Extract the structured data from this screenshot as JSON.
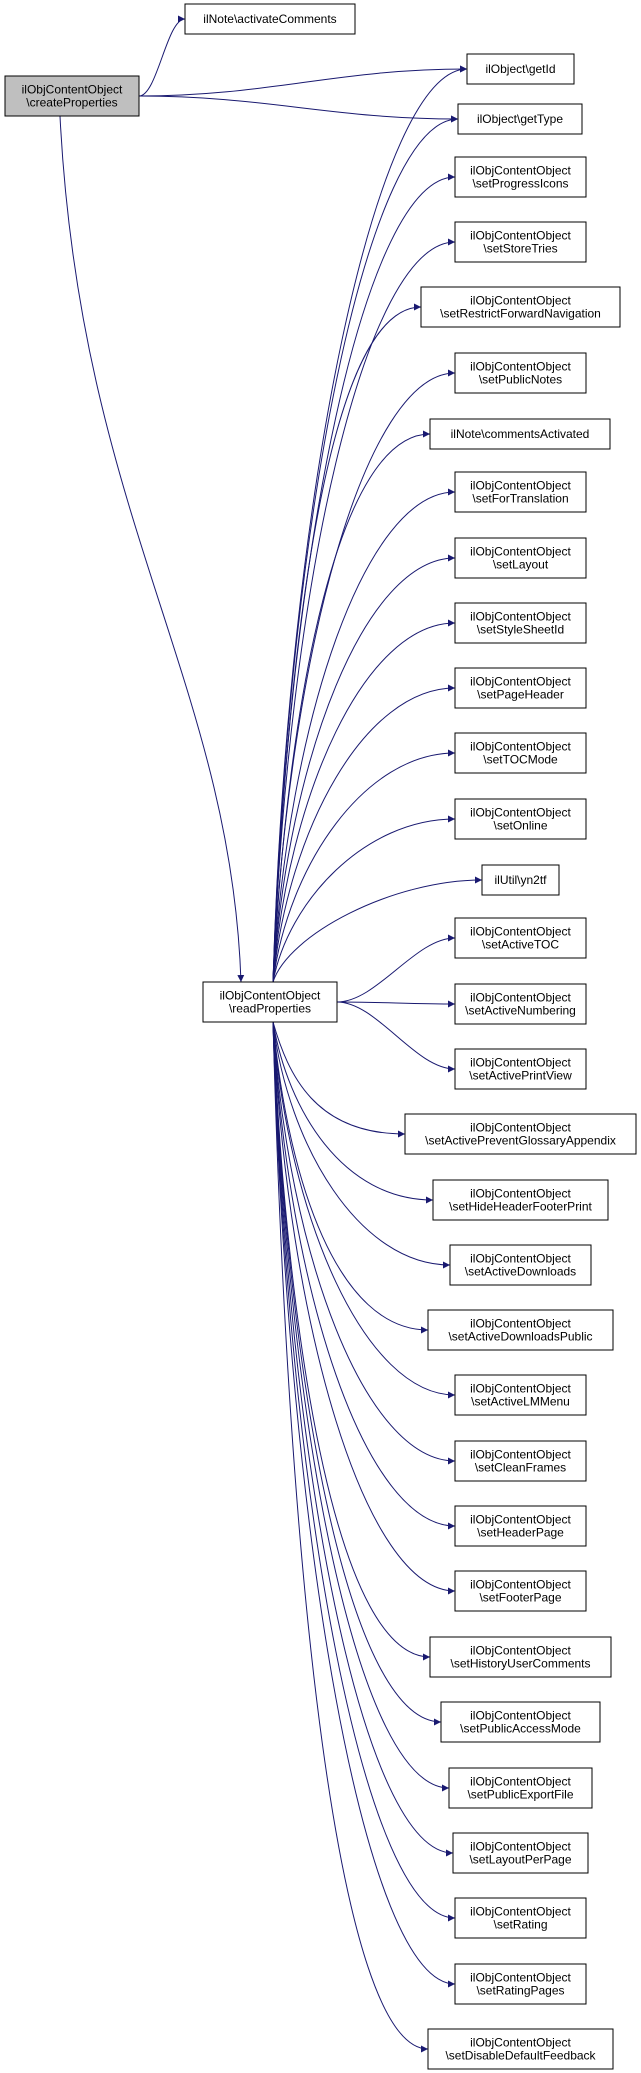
{
  "graph": {
    "edge_color": "#191970",
    "root_fill": "#bfbfbf",
    "nodes": [
      {
        "id": "createProperties",
        "lines": [
          "ilObjContentObject",
          "\\createProperties"
        ]
      },
      {
        "id": "activateComments",
        "lines": [
          "ilNote\\activateComments"
        ]
      },
      {
        "id": "getId",
        "lines": [
          "ilObject\\getId"
        ]
      },
      {
        "id": "getType",
        "lines": [
          "ilObject\\getType"
        ]
      },
      {
        "id": "readProperties",
        "lines": [
          "ilObjContentObject",
          "\\readProperties"
        ]
      },
      {
        "id": "setProgressIcons",
        "lines": [
          "ilObjContentObject",
          "\\setProgressIcons"
        ]
      },
      {
        "id": "setStoreTries",
        "lines": [
          "ilObjContentObject",
          "\\setStoreTries"
        ]
      },
      {
        "id": "setRestrictForwardNavigation",
        "lines": [
          "ilObjContentObject",
          "\\setRestrictForwardNavigation"
        ]
      },
      {
        "id": "setPublicNotes",
        "lines": [
          "ilObjContentObject",
          "\\setPublicNotes"
        ]
      },
      {
        "id": "commentsActivated",
        "lines": [
          "ilNote\\commentsActivated"
        ]
      },
      {
        "id": "setForTranslation",
        "lines": [
          "ilObjContentObject",
          "\\setForTranslation"
        ]
      },
      {
        "id": "setLayout",
        "lines": [
          "ilObjContentObject",
          "\\setLayout"
        ]
      },
      {
        "id": "setStyleSheetId",
        "lines": [
          "ilObjContentObject",
          "\\setStyleSheetId"
        ]
      },
      {
        "id": "setPageHeader",
        "lines": [
          "ilObjContentObject",
          "\\setPageHeader"
        ]
      },
      {
        "id": "setTOCMode",
        "lines": [
          "ilObjContentObject",
          "\\setTOCMode"
        ]
      },
      {
        "id": "setOnline",
        "lines": [
          "ilObjContentObject",
          "\\setOnline"
        ]
      },
      {
        "id": "yn2tf",
        "lines": [
          "ilUtil\\yn2tf"
        ]
      },
      {
        "id": "setActiveTOC",
        "lines": [
          "ilObjContentObject",
          "\\setActiveTOC"
        ]
      },
      {
        "id": "setActiveNumbering",
        "lines": [
          "ilObjContentObject",
          "\\setActiveNumbering"
        ]
      },
      {
        "id": "setActivePrintView",
        "lines": [
          "ilObjContentObject",
          "\\setActivePrintView"
        ]
      },
      {
        "id": "setActivePreventGlossaryAppendix",
        "lines": [
          "ilObjContentObject",
          "\\setActivePreventGlossaryAppendix"
        ]
      },
      {
        "id": "setHideHeaderFooterPrint",
        "lines": [
          "ilObjContentObject",
          "\\setHideHeaderFooterPrint"
        ]
      },
      {
        "id": "setActiveDownloads",
        "lines": [
          "ilObjContentObject",
          "\\setActiveDownloads"
        ]
      },
      {
        "id": "setActiveDownloadsPublic",
        "lines": [
          "ilObjContentObject",
          "\\setActiveDownloadsPublic"
        ]
      },
      {
        "id": "setActiveLMMenu",
        "lines": [
          "ilObjContentObject",
          "\\setActiveLMMenu"
        ]
      },
      {
        "id": "setCleanFrames",
        "lines": [
          "ilObjContentObject",
          "\\setCleanFrames"
        ]
      },
      {
        "id": "setHeaderPage",
        "lines": [
          "ilObjContentObject",
          "\\setHeaderPage"
        ]
      },
      {
        "id": "setFooterPage",
        "lines": [
          "ilObjContentObject",
          "\\setFooterPage"
        ]
      },
      {
        "id": "setHistoryUserComments",
        "lines": [
          "ilObjContentObject",
          "\\setHistoryUserComments"
        ]
      },
      {
        "id": "setPublicAccessMode",
        "lines": [
          "ilObjContentObject",
          "\\setPublicAccessMode"
        ]
      },
      {
        "id": "setPublicExportFile",
        "lines": [
          "ilObjContentObject",
          "\\setPublicExportFile"
        ]
      },
      {
        "id": "setLayoutPerPage",
        "lines": [
          "ilObjContentObject",
          "\\setLayoutPerPage"
        ]
      },
      {
        "id": "setRating",
        "lines": [
          "ilObjContentObject",
          "\\setRating"
        ]
      },
      {
        "id": "setRatingPages",
        "lines": [
          "ilObjContentObject",
          "\\setRatingPages"
        ]
      },
      {
        "id": "setDisableDefaultFeedback",
        "lines": [
          "ilObjContentObject",
          "\\setDisableDefaultFeedback"
        ]
      }
    ],
    "edges": [
      [
        "createProperties",
        "activateComments"
      ],
      [
        "createProperties",
        "getId"
      ],
      [
        "createProperties",
        "getType"
      ],
      [
        "createProperties",
        "readProperties"
      ],
      [
        "readProperties",
        "getId"
      ],
      [
        "readProperties",
        "getType"
      ],
      [
        "readProperties",
        "setProgressIcons"
      ],
      [
        "readProperties",
        "setStoreTries"
      ],
      [
        "readProperties",
        "setRestrictForwardNavigation"
      ],
      [
        "readProperties",
        "setPublicNotes"
      ],
      [
        "readProperties",
        "commentsActivated"
      ],
      [
        "readProperties",
        "setForTranslation"
      ],
      [
        "readProperties",
        "setLayout"
      ],
      [
        "readProperties",
        "setStyleSheetId"
      ],
      [
        "readProperties",
        "setPageHeader"
      ],
      [
        "readProperties",
        "setTOCMode"
      ],
      [
        "readProperties",
        "setOnline"
      ],
      [
        "readProperties",
        "yn2tf"
      ],
      [
        "readProperties",
        "setActiveTOC"
      ],
      [
        "readProperties",
        "setActiveNumbering"
      ],
      [
        "readProperties",
        "setActivePrintView"
      ],
      [
        "readProperties",
        "setActivePreventGlossaryAppendix"
      ],
      [
        "readProperties",
        "setHideHeaderFooterPrint"
      ],
      [
        "readProperties",
        "setActiveDownloads"
      ],
      [
        "readProperties",
        "setActiveDownloadsPublic"
      ],
      [
        "readProperties",
        "setActiveLMMenu"
      ],
      [
        "readProperties",
        "setCleanFrames"
      ],
      [
        "readProperties",
        "setHeaderPage"
      ],
      [
        "readProperties",
        "setFooterPage"
      ],
      [
        "readProperties",
        "setHistoryUserComments"
      ],
      [
        "readProperties",
        "setPublicAccessMode"
      ],
      [
        "readProperties",
        "setPublicExportFile"
      ],
      [
        "readProperties",
        "setLayoutPerPage"
      ],
      [
        "readProperties",
        "setRating"
      ],
      [
        "readProperties",
        "setRatingPages"
      ],
      [
        "readProperties",
        "setDisableDefaultFeedback"
      ]
    ]
  }
}
